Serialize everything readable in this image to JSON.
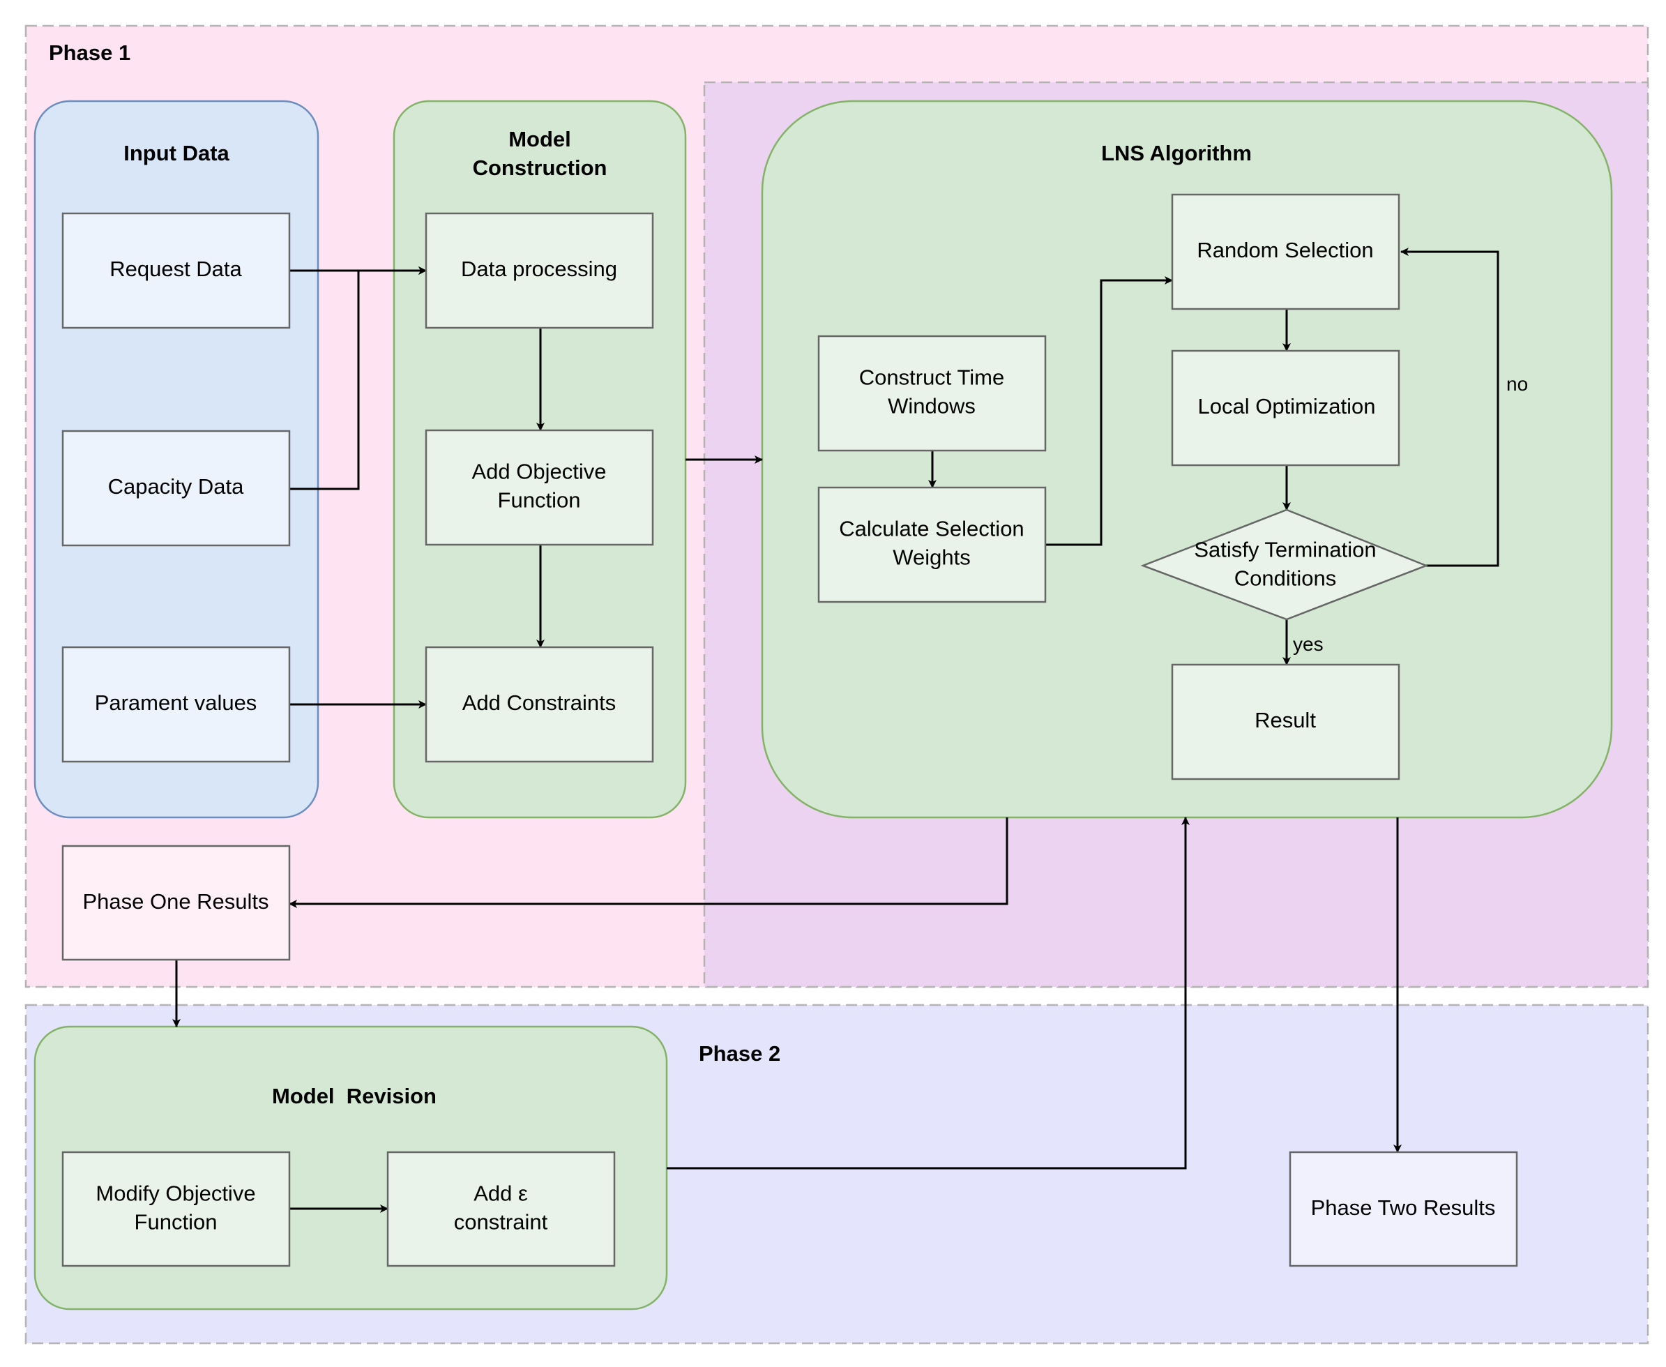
{
  "colors": {
    "phase1_bg": "#fee3f2",
    "phase2_bg": "#e5e4fd",
    "lns_region_bg": "#ebd3f1",
    "input_group_bg": "#d8e6f8",
    "input_group_border": "#6c8ebf",
    "green_group_bg": "#d5e8d4",
    "green_group_border": "#82b366",
    "input_node_bg": "#ecf3fd",
    "green_node_bg": "#e9f3e9",
    "phase_one_result_bg": "#fff0f7",
    "phase_two_result_bg": "#f1f1fd",
    "node_border": "#666666"
  },
  "phases": {
    "phase1": "Phase 1",
    "phase2": "Phase 2"
  },
  "groups": {
    "input_data": "Input Data",
    "model_construction": [
      "Model",
      "Construction"
    ],
    "lns_algorithm": "LNS Algorithm",
    "model_revision": "Model  Revision"
  },
  "nodes": {
    "request_data": [
      "Request Data"
    ],
    "capacity_data": [
      "Capacity Data"
    ],
    "parament_values": [
      "Parament values"
    ],
    "data_processing": [
      "Data processing"
    ],
    "add_objective_function": [
      "Add Objective",
      "Function"
    ],
    "add_constraints": [
      "Add Constraints"
    ],
    "construct_time_windows": [
      "Construct Time",
      "Windows"
    ],
    "calculate_selection_weights": [
      "Calculate Selection",
      "Weights"
    ],
    "random_selection": [
      "Random Selection"
    ],
    "local_optimization": [
      "Local Optimization"
    ],
    "satisfy_termination_conditions": [
      "Satisfy Termination",
      "Conditions"
    ],
    "result": [
      "Result"
    ],
    "phase_one_results": [
      "Phase One Results"
    ],
    "phase_two_results": [
      "Phase Two Results"
    ],
    "modify_objective_function": [
      "Modify Objective",
      "Function"
    ],
    "add_epsilon_constraint": [
      "Add ε",
      "constraint"
    ]
  },
  "edge_labels": {
    "no": "no",
    "yes": "yes"
  }
}
